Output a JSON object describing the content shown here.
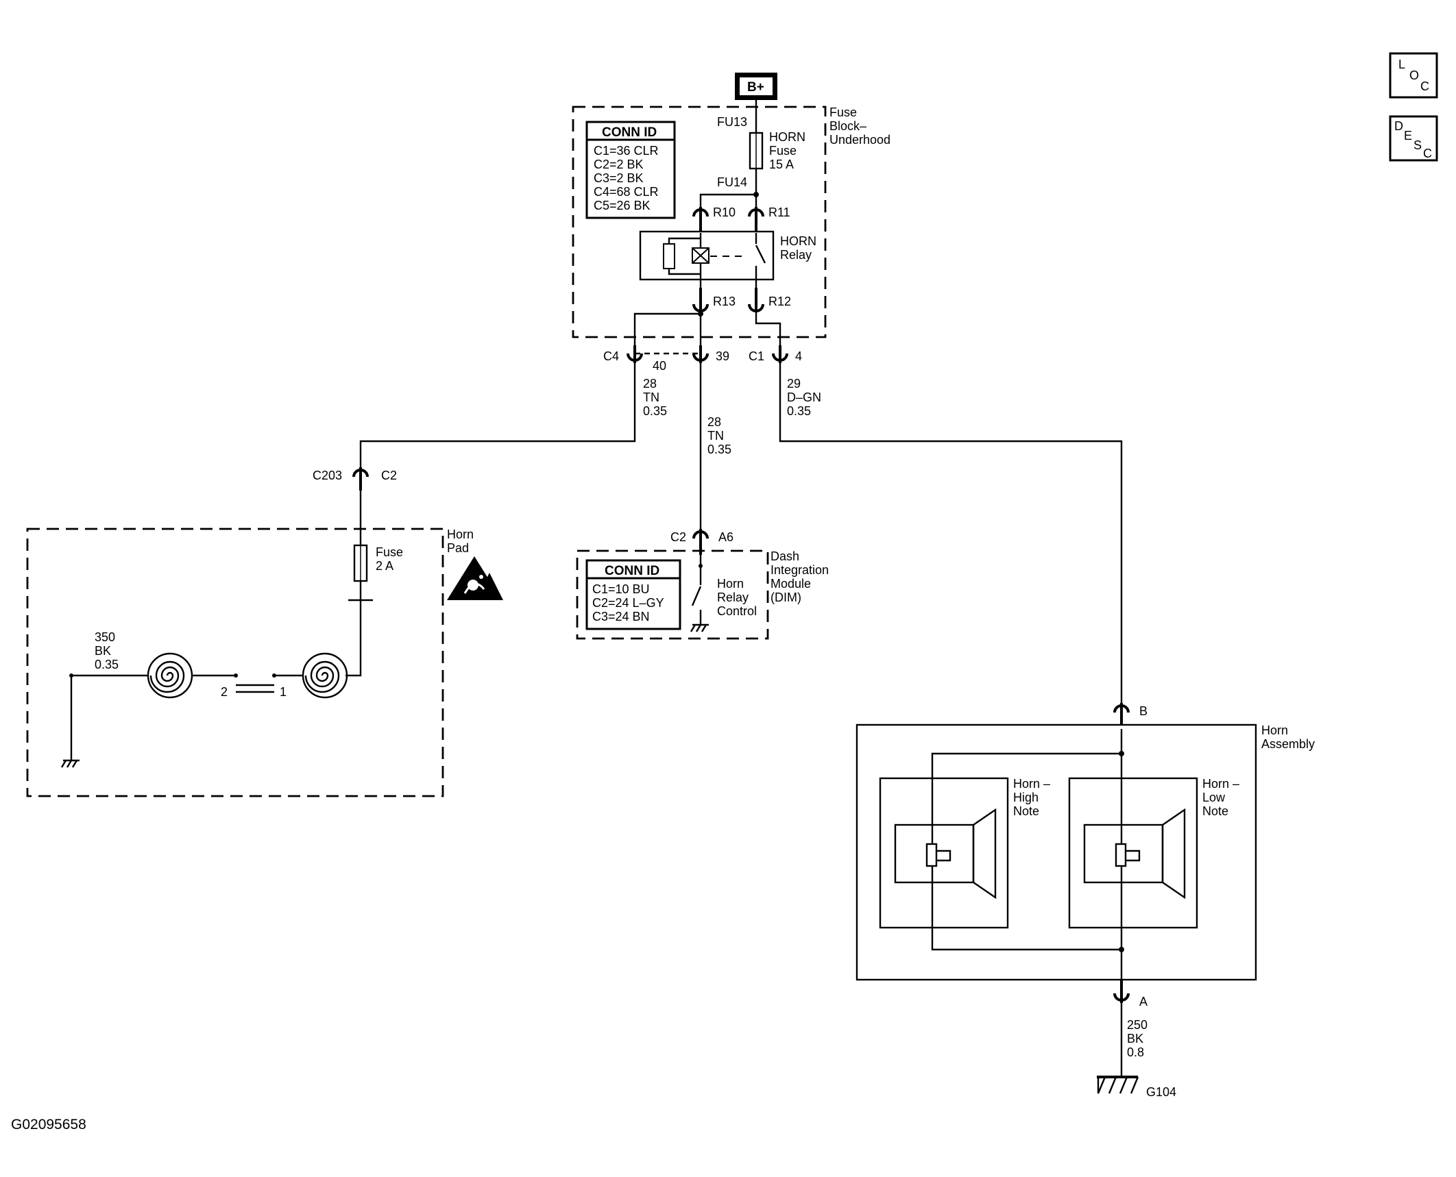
{
  "nav": {
    "loc": [
      "L",
      "O",
      "C"
    ],
    "desc": [
      "D",
      "E",
      "S",
      "C"
    ]
  },
  "battery": "B+",
  "fuse_block": {
    "title": [
      "Fuse",
      "Block–",
      "Underhood"
    ],
    "conn_header": "CONN ID",
    "conn_ids": [
      "C1=36 CLR",
      "C2=2 BK",
      "C3=2 BK",
      "C4=68 CLR",
      "C5=26 BK"
    ],
    "fu13": "FU13",
    "fu14": "FU14",
    "horn_fuse": [
      "HORN",
      "Fuse",
      "15 A"
    ],
    "r10": "R10",
    "r11": "R11",
    "r12": "R12",
    "r13": "R13",
    "relay": [
      "HORN",
      "Relay"
    ]
  },
  "connectors": {
    "c4": "C4",
    "c4_pin": "40",
    "c1_39": "39",
    "c1": "C1",
    "c1_pin": "4",
    "c203": "C203",
    "c203_pin": "C2",
    "dim_c2": "C2",
    "dim_a6": "A6",
    "horn_b": "B",
    "horn_a": "A"
  },
  "wires": {
    "w28a": [
      "28",
      "TN",
      "0.35"
    ],
    "w28b": [
      "28",
      "TN",
      "0.35"
    ],
    "w29": [
      "29",
      "D–GN",
      "0.35"
    ],
    "w350": [
      "350",
      "BK",
      "0.35"
    ],
    "w250": [
      "250",
      "BK",
      "0.8"
    ]
  },
  "horn_pad": {
    "title": [
      "Horn",
      "Pad"
    ],
    "fuse": [
      "Fuse",
      "2 A"
    ],
    "pin2": "2",
    "pin1": "1"
  },
  "dim": {
    "title": [
      "Dash",
      "Integration",
      "Module",
      "(DIM)"
    ],
    "conn_header": "CONN ID",
    "conn_ids": [
      "C1=10 BU",
      "C2=24 L–GY",
      "C3=24 BN"
    ],
    "control": [
      "Horn",
      "Relay",
      "Control"
    ]
  },
  "horn_assembly": {
    "title": [
      "Horn",
      "Assembly"
    ],
    "high": [
      "Horn –",
      "High",
      "Note"
    ],
    "low": [
      "Horn –",
      "Low",
      "Note"
    ]
  },
  "ground": "G104",
  "figure_id": "G02095658"
}
